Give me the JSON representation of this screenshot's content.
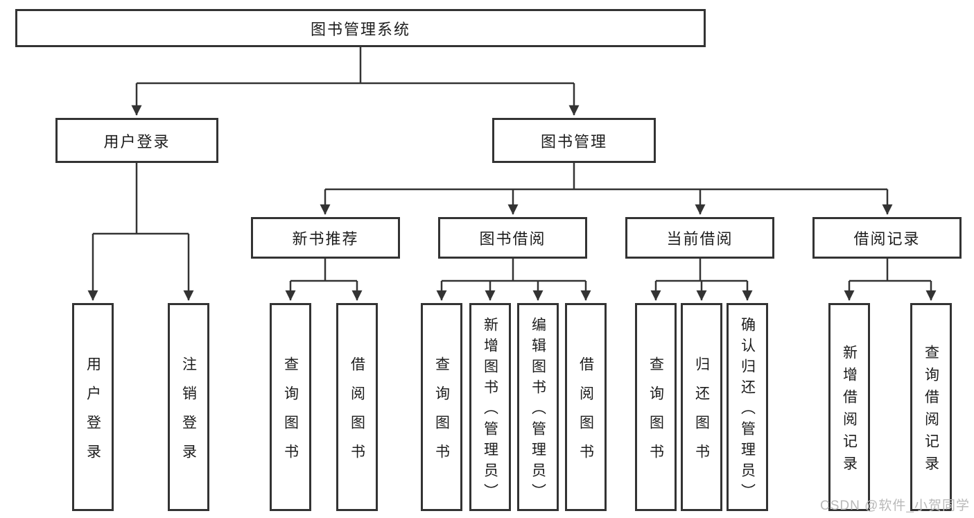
{
  "tree": {
    "root": "图书管理系统",
    "branches": [
      {
        "label": "用户登录",
        "children": [
          "用户登录",
          "注销登录"
        ]
      },
      {
        "label": "图书管理",
        "sections": [
          {
            "label": "新书推荐",
            "children": [
              "查询图书",
              "借阅图书"
            ]
          },
          {
            "label": "图书借阅",
            "children": [
              "查询图书",
              "新增图书（管理员）",
              "编辑图书（管理员）",
              "借阅图书"
            ]
          },
          {
            "label": "当前借阅",
            "children": [
              "查询图书",
              "归还图书",
              "确认归还（管理员）"
            ]
          },
          {
            "label": "借阅记录",
            "children": [
              "新增借阅记录",
              "查询借阅记录"
            ]
          }
        ]
      }
    ]
  },
  "watermark": {
    "text": "CSDN @软件_小贺同学"
  },
  "colors": {
    "line": "#333333",
    "box_border": "#333333",
    "box_fill": "#ffffff",
    "text": "#1c1c1c",
    "watermark": "#b9b9b9",
    "background": "#ffffff"
  }
}
